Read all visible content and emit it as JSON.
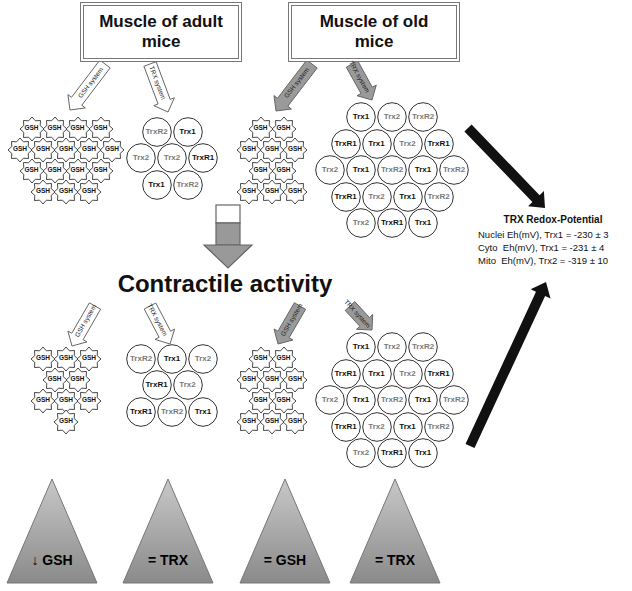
{
  "diagram": {
    "nodes": [
      {
        "text": [
          "Muscle of adult mice"
        ]
      },
      {
        "text": [
          "Muscle of old mice"
        ]
      },
      {
        "text": [
          "GSH"
        ]
      },
      {
        "text": [
          "GSH"
        ]
      },
      {
        "text": [
          "GSH"
        ]
      },
      {
        "text": [
          "GSH"
        ]
      },
      {
        "text": [
          "GSH"
        ]
      },
      {
        "text": [
          "GSH"
        ]
      },
      {
        "text": [
          "GSH"
        ]
      },
      {
        "text": [
          "GSH"
        ]
      },
      {
        "text": [
          "GSH"
        ]
      },
      {
        "text": [
          "GSH"
        ]
      },
      {
        "text": [
          "GSH"
        ]
      },
      {
        "text": [
          "GSH"
        ]
      },
      {
        "text": [
          "GSH"
        ]
      },
      {
        "text": [
          "GSH"
        ]
      },
      {
        "text": [
          "GSH"
        ]
      },
      {
        "text": [
          "GSH"
        ]
      },
      {
        "text": [
          "TrxR2"
        ]
      },
      {
        "text": [
          "Trx1"
        ]
      },
      {
        "text": [
          "Trx2"
        ]
      },
      {
        "text": [
          "Trx2"
        ]
      },
      {
        "text": [
          "TrxR1"
        ]
      },
      {
        "text": [
          "Trx1"
        ]
      },
      {
        "text": [
          "TrxR2"
        ]
      },
      {
        "text": [
          "GSH"
        ]
      },
      {
        "text": [
          "GSH"
        ]
      },
      {
        "text": [
          "GSH"
        ]
      },
      {
        "text": [
          "GSH"
        ]
      },
      {
        "text": [
          "GSH"
        ]
      },
      {
        "text": [
          "GSH"
        ]
      },
      {
        "text": [
          "GSH"
        ]
      },
      {
        "text": [
          "GSH"
        ]
      },
      {
        "text": [
          "GSH"
        ]
      },
      {
        "text": [
          "GSH"
        ]
      },
      {
        "text": [
          "Trx1"
        ]
      },
      {
        "text": [
          "Trx2"
        ]
      },
      {
        "text": [
          "TrxR2"
        ]
      },
      {
        "text": [
          "TrxR1"
        ]
      },
      {
        "text": [
          "Trx1"
        ]
      },
      {
        "text": [
          "Trx2"
        ]
      },
      {
        "text": [
          "TrxR1"
        ]
      },
      {
        "text": [
          "Trx2"
        ]
      },
      {
        "text": [
          "Trx1"
        ]
      },
      {
        "text": [
          "TrxR2"
        ]
      },
      {
        "text": [
          "Trx1"
        ]
      },
      {
        "text": [
          "TrxR2"
        ]
      },
      {
        "text": [
          "TrxR1"
        ]
      },
      {
        "text": [
          "Trx2"
        ]
      },
      {
        "text": [
          "Trx1"
        ]
      },
      {
        "text": [
          "TrxR2"
        ]
      },
      {
        "text": [
          "Trx2"
        ]
      },
      {
        "text": [
          "TrxR1"
        ]
      },
      {
        "text": [
          "Trx1"
        ]
      },
      {
        "text": [
          "GSH"
        ]
      },
      {
        "text": [
          "GSH"
        ]
      },
      {
        "text": [
          "GSH"
        ]
      },
      {
        "text": [
          "GSH"
        ]
      },
      {
        "text": [
          "GSH"
        ]
      },
      {
        "text": [
          "GSH"
        ]
      },
      {
        "text": [
          "GSH"
        ]
      },
      {
        "text": [
          "GSH"
        ]
      },
      {
        "text": [
          "GSH"
        ]
      },
      {
        "text": [
          "TrxR2"
        ]
      },
      {
        "text": [
          "Trx1"
        ]
      },
      {
        "text": [
          "Trx2"
        ]
      },
      {
        "text": [
          "TrxR1"
        ]
      },
      {
        "text": [
          "Trx2"
        ]
      },
      {
        "text": [
          "TrxR1"
        ]
      },
      {
        "text": [
          "TrxR2"
        ]
      },
      {
        "text": [
          "Trx1"
        ]
      },
      {
        "text": [
          "GSH"
        ]
      },
      {
        "text": [
          "GSH"
        ]
      },
      {
        "text": [
          "GSH"
        ]
      },
      {
        "text": [
          "GSH"
        ]
      },
      {
        "text": [
          "GSH"
        ]
      },
      {
        "text": [
          "GSH"
        ]
      },
      {
        "text": [
          "GSH"
        ]
      },
      {
        "text": [
          "GSH"
        ]
      },
      {
        "text": [
          "GSH"
        ]
      },
      {
        "text": [
          "GSH"
        ]
      },
      {
        "text": [
          "Trx1"
        ]
      },
      {
        "text": [
          "Trx2"
        ]
      },
      {
        "text": [
          "TrxR2"
        ]
      },
      {
        "text": [
          "TrxR1"
        ]
      },
      {
        "text": [
          "Trx1"
        ]
      },
      {
        "text": [
          "Trx2"
        ]
      },
      {
        "text": [
          "TrxR1"
        ]
      },
      {
        "text": [
          "Trx2"
        ]
      },
      {
        "text": [
          "Trx1"
        ]
      },
      {
        "text": [
          "TrxR2"
        ]
      },
      {
        "text": [
          "Trx1"
        ]
      },
      {
        "text": [
          "TrxR2"
        ]
      },
      {
        "text": [
          "TrxR1"
        ]
      },
      {
        "text": [
          "Trx2"
        ]
      },
      {
        "text": [
          "Trx1"
        ]
      },
      {
        "text": [
          "TrxR2"
        ]
      },
      {
        "text": [
          "Trx2"
        ]
      },
      {
        "text": [
          "TrxR1"
        ]
      },
      {
        "text": [
          "Trx1"
        ]
      },
      {
        "text": [
          "↓ GSH"
        ]
      },
      {
        "text": [
          "= TRX"
        ]
      },
      {
        "text": [
          "= GSH"
        ]
      },
      {
        "text": [
          "= TRX"
        ]
      }
    ],
    "labels": [
      "GSH system",
      "TRX system",
      "GSH system",
      "TRX system",
      "Contractile activity",
      "GSH system",
      "TRX system",
      "GSH system",
      "TRX system",
      "TRX Redox-Potential",
      "Nuclei Eh(mV), Trx1 = -230 ± 3",
      "Cyto  Eh(mV), Trx1 = -231 ± 4",
      "Mito  Eh(mV), Trx2 = -319 ± 10"
    ]
  }
}
